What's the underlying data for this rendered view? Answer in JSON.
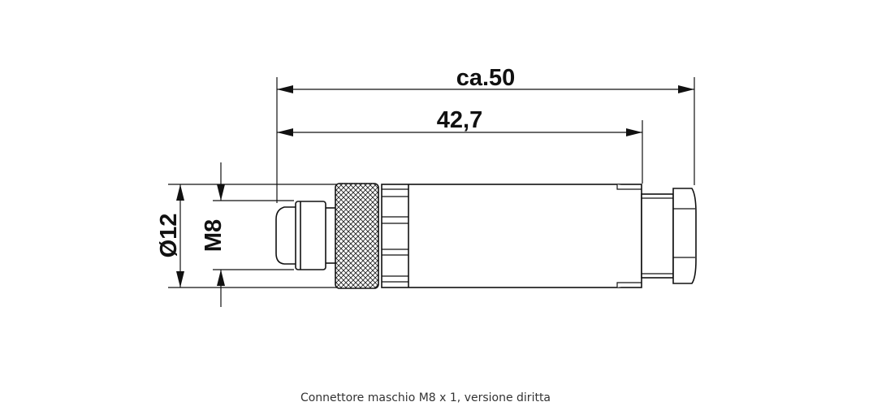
{
  "drawing": {
    "dimension_overall": "ca.50",
    "dimension_body": "42,7",
    "dimension_diameter": "Ø12",
    "dimension_thread": "M8"
  },
  "caption": "Connettore maschio M8 x 1, versione diritta"
}
